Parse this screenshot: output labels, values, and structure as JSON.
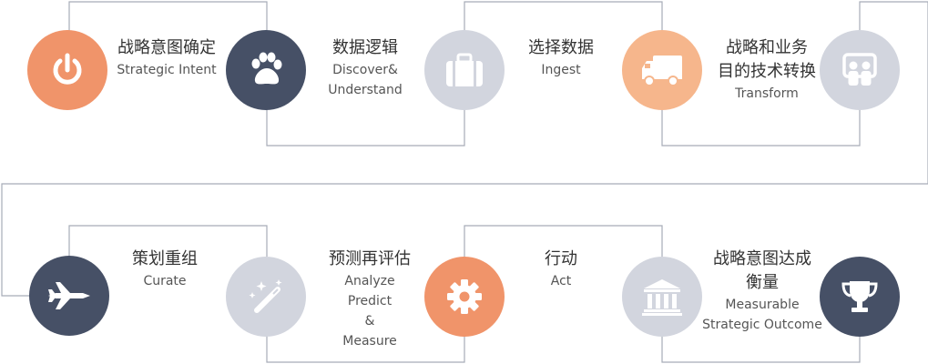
{
  "colors": {
    "orange": "#F0946A",
    "peach": "#F6B68C",
    "navy": "#465066",
    "gray": "#D2D5DE",
    "line": "#A7ACB8"
  },
  "steps": [
    {
      "cn": [
        "战略意图确定"
      ],
      "en": [
        "Strategic Intent"
      ],
      "icon": "power-icon",
      "color": "orange"
    },
    {
      "cn": [
        "数据逻辑"
      ],
      "en": [
        "Discover&",
        "Understand"
      ],
      "icon": "paw-icon",
      "color": "navy"
    },
    {
      "cn": [
        "选择数据"
      ],
      "en": [
        "Ingest"
      ],
      "icon": "briefcase-icon",
      "color": "gray"
    },
    {
      "cn": [
        "战略和业务",
        "目的技术转换"
      ],
      "en": [
        "Transform"
      ],
      "icon": "truck-icon",
      "color": "peach"
    },
    {
      "cn": [],
      "en": [],
      "icon": "people-board-icon",
      "color": "gray"
    },
    {
      "cn": [
        "策划重组"
      ],
      "en": [
        "Curate"
      ],
      "icon": "fighter-jet-icon",
      "color": "navy"
    },
    {
      "cn": [
        "预测再评估"
      ],
      "en": [
        "Analyze",
        "Predict",
        "&",
        "Measure"
      ],
      "icon": "magic-wand-icon",
      "color": "gray"
    },
    {
      "cn": [
        "行动"
      ],
      "en": [
        "Act"
      ],
      "icon": "gear-icon",
      "color": "orange"
    },
    {
      "cn": [
        "战略意图达成",
        "衡量"
      ],
      "en": [
        "Measurable",
        "Strategic Outcome"
      ],
      "icon": "bank-icon",
      "color": "gray"
    },
    {
      "cn": [],
      "en": [],
      "icon": "trophy-icon",
      "color": "navy"
    }
  ]
}
